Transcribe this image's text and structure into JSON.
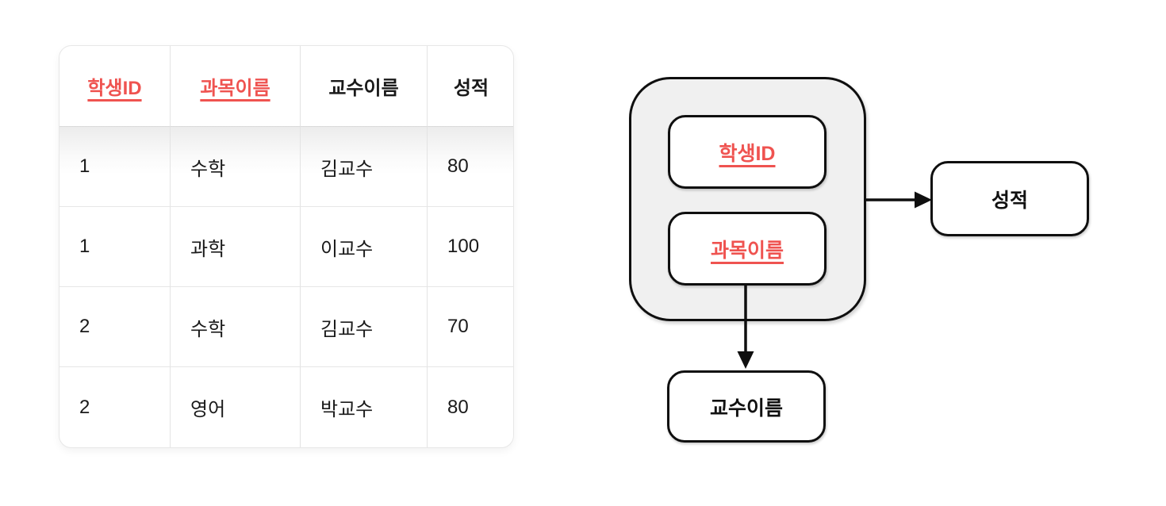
{
  "colors": {
    "key_red": "#ef5350",
    "container_fill": "#f0f0f0",
    "line_black": "#0f0f0f"
  },
  "table": {
    "headers": [
      {
        "label": "학생ID",
        "is_key": true
      },
      {
        "label": "과목이름",
        "is_key": true
      },
      {
        "label": "교수이름",
        "is_key": false
      },
      {
        "label": "성적",
        "is_key": false
      }
    ],
    "rows": [
      [
        "1",
        "수학",
        "김교수",
        "80"
      ],
      [
        "1",
        "과학",
        "이교수",
        "100"
      ],
      [
        "2",
        "수학",
        "김교수",
        "70"
      ],
      [
        "2",
        "영어",
        "박교수",
        "80"
      ]
    ]
  },
  "diagram": {
    "key_box_1": "학생ID",
    "key_box_2": "과목이름",
    "full_dependency_box": "성적",
    "partial_dependency_box": "교수이름"
  }
}
